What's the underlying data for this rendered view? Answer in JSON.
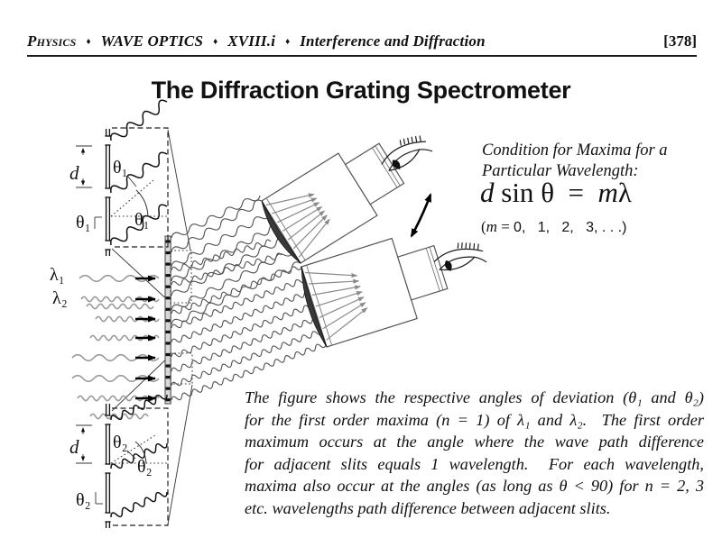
{
  "header": {
    "items": [
      {
        "label": "Physics"
      },
      {
        "label": "WAVE OPTICS"
      },
      {
        "label": "XVIII.i"
      },
      {
        "label": "Interference and Diffraction"
      }
    ],
    "separator": "♦",
    "page_ref": "[378]"
  },
  "title": "The Diffraction Grating Spectrometer",
  "condition": {
    "line1": "Condition for Maxima for a",
    "line2": "Particular Wavelength:"
  },
  "equation": {
    "d": "d",
    "sin": " sin ",
    "theta": "θ",
    "equals": "  =  ",
    "m": "m",
    "lambda": "λ",
    "m_pre": "(",
    "m_var": "m",
    "m_eq": " = ",
    "m_values": "0,   1,   2,   3, . . .)"
  },
  "caption": {
    "lines": [
      "The figure shows the respective angles of deviation (θ₁ and θ₂)",
      "for the first order maxima (n = 1) of λ₁ and λ₂.  The first order",
      "maximum occurs at the angle where the wave path difference",
      "for adjacent slits equals 1 wavelength.  For each wavelength,",
      "maxima also occur at the angles (as long as θ < 90) for n = 2, 3",
      "etc. wavelengths path difference between adjacent slits."
    ]
  },
  "diagram": {
    "labels": {
      "lambda1": "λ₁",
      "lambda2": "λ₂",
      "d": "d",
      "theta1": "θ₁",
      "theta2": "θ₂"
    }
  }
}
